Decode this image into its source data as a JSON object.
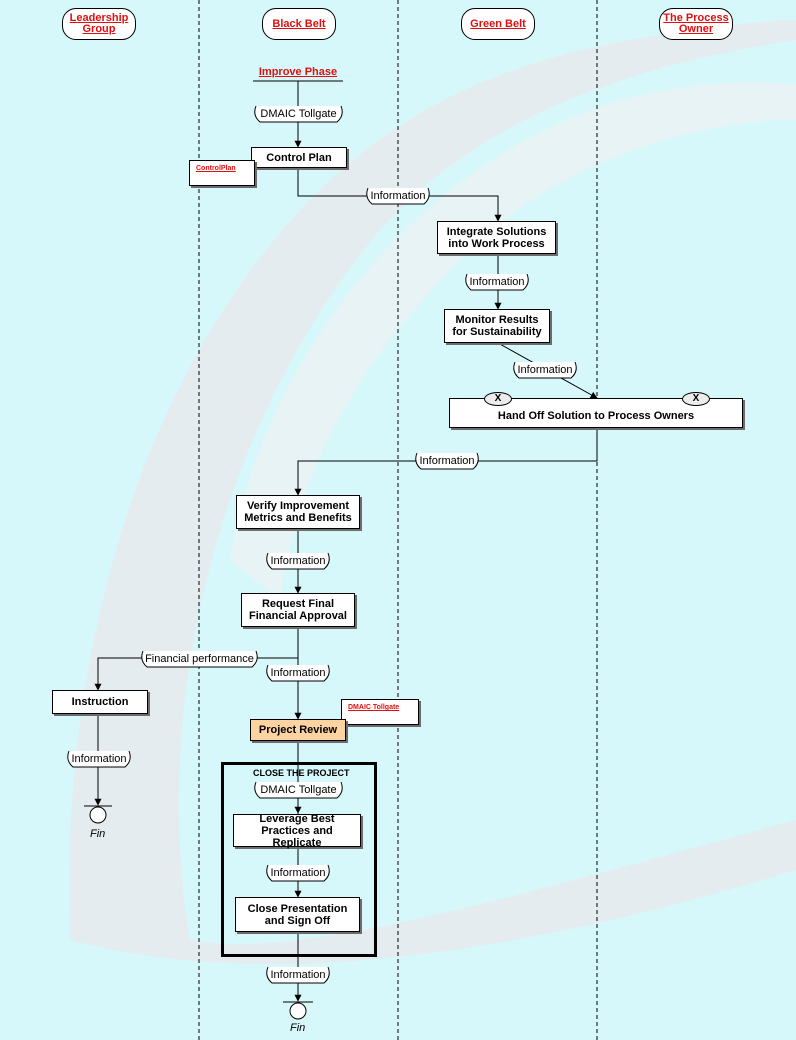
{
  "lanes": {
    "leadership": "Leadership Group",
    "black_belt": "Black Belt",
    "green_belt": "Green Belt",
    "process_owner": "The Process Owner"
  },
  "links": {
    "improve_phase": "Improve Phase",
    "control_plan_doc": "ControlPlan",
    "dmaic_tollgate_doc": "DMAIC Tollgate"
  },
  "steps": {
    "control_plan": "Control Plan",
    "integrate_solutions": "Integrate Solutions into Work Process",
    "monitor_results": "Monitor Results for Sustainability",
    "hand_off": "Hand Off Solution to Process Owners",
    "verify_improvement": "Verify Improvement Metrics and Benefits",
    "request_final": "Request Final Financial Approval",
    "instruction": "Instruction",
    "project_review": "Project Review",
    "leverage_best": "Leverage Best Practices and Replicate",
    "close_presentation": "Close Presentation and Sign Off"
  },
  "group": {
    "title": "Close the project"
  },
  "flow_labels": {
    "dmaic_tollgate": "DMAIC Tollgate",
    "information": "Information",
    "financial_performance": "Financial performance"
  },
  "handoff_marks": {
    "left": "X",
    "right": "X"
  },
  "end": {
    "fin": "Fin"
  },
  "colors": {
    "background": "#d6f8fb",
    "swirl": "#e4ecef",
    "link_red": "#e01010",
    "project_review_fill": "#fcd3a1"
  }
}
